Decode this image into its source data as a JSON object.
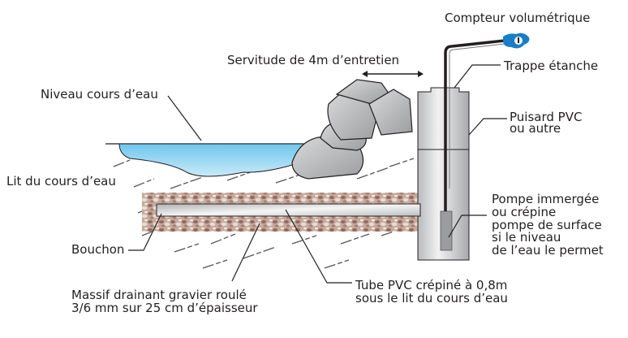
{
  "labels": {
    "meter": "Compteur volumétrique",
    "easement": "Servitude de 4m d’entretien",
    "hatch": "Trappe étanche",
    "water_level": "Niveau cours d’eau",
    "sump_1": "Puisard PVC",
    "sump_2": "ou autre",
    "riverbed": "Lit du cours d’eau",
    "pump_1": "Pompe immergée",
    "pump_2": "ou crépine",
    "pump_3": "pompe de surface",
    "pump_4": "si le niveau",
    "pump_5": "de l’eau le permet",
    "plug": "Bouchon",
    "gravel_1": "Massif drainant gravier roulé",
    "gravel_2": "3/6 mm sur 25 cm d’épaisseur",
    "pipe_1": "Tube PVC crépiné à 0,8m",
    "pipe_2": "sous le lit du cours d’eau"
  },
  "colors": {
    "water": "#8fd3f0",
    "meter": "#1a7dc8",
    "rock": "#b8b9bb",
    "sump": "#d4d5d7"
  }
}
